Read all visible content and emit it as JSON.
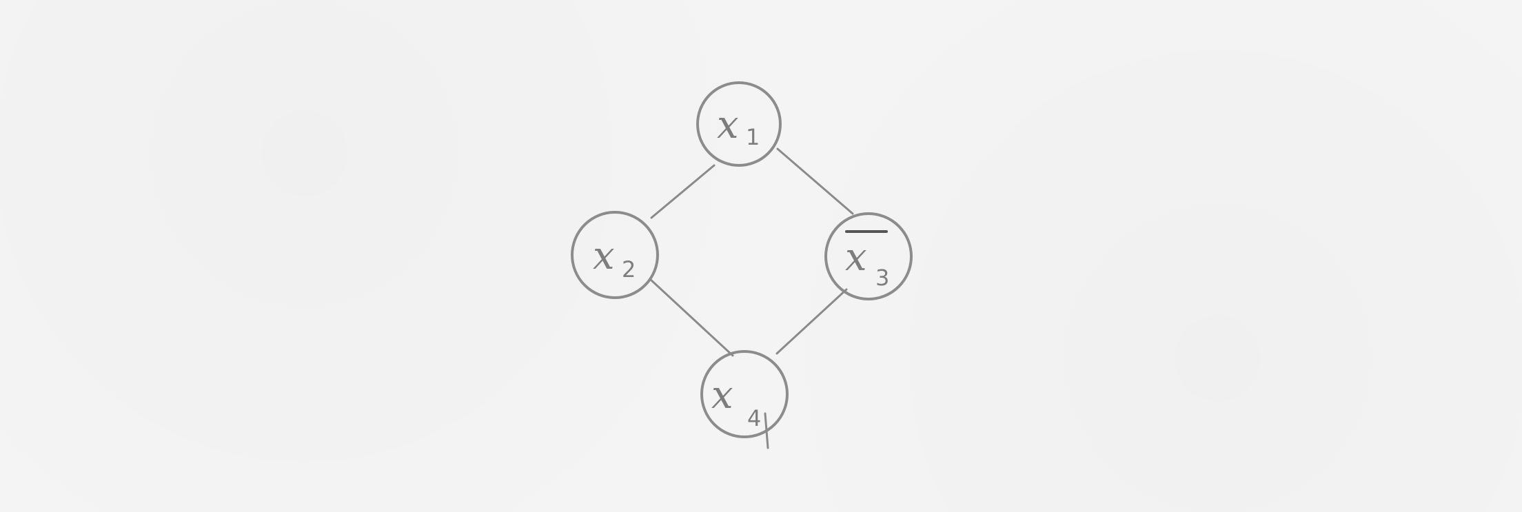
{
  "diagram": {
    "nodes": [
      {
        "id": "x1",
        "symbol": "x",
        "subscript": "1",
        "negated": false
      },
      {
        "id": "x2",
        "symbol": "x",
        "subscript": "2",
        "negated": false
      },
      {
        "id": "x3",
        "symbol": "x",
        "subscript": "3",
        "negated": true
      },
      {
        "id": "x4",
        "symbol": "x",
        "subscript": "4",
        "negated": false
      }
    ],
    "edges": [
      {
        "from": "x1",
        "to": "x2"
      },
      {
        "from": "x1",
        "to": "x3"
      },
      {
        "from": "x2",
        "to": "x4"
      },
      {
        "from": "x3",
        "to": "x4"
      }
    ],
    "colors": {
      "stroke": "#8c8c8c",
      "background": "#f4f4f4"
    }
  }
}
